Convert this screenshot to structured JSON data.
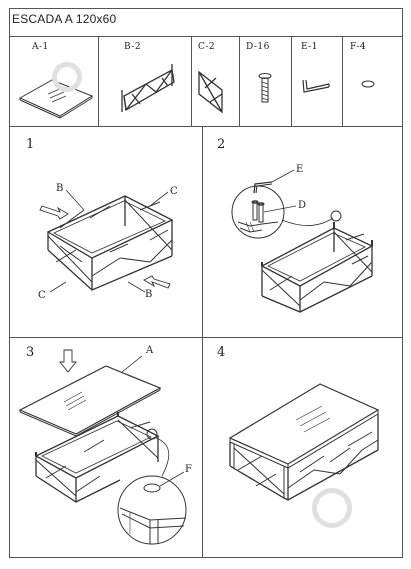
{
  "header": {
    "title": "ESCADA A 120x60"
  },
  "parts": [
    {
      "code": "A-1"
    },
    {
      "code": "B-2"
    },
    {
      "code": "C-2"
    },
    {
      "code": "D-16"
    },
    {
      "code": "E-1"
    },
    {
      "code": "F-4"
    }
  ],
  "steps": [
    {
      "number": "1",
      "callouts": [
        "B",
        "C",
        "C",
        "B"
      ]
    },
    {
      "number": "2",
      "callouts": [
        "E",
        "D"
      ]
    },
    {
      "number": "3",
      "callouts": [
        "A",
        "F"
      ]
    },
    {
      "number": "4",
      "callouts": []
    }
  ]
}
